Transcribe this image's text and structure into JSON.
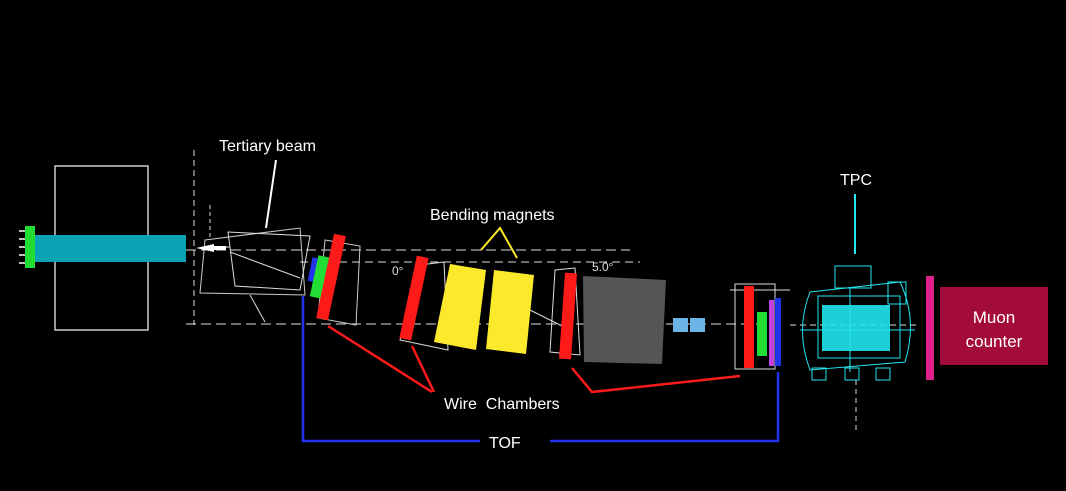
{
  "labels": {
    "tertiary_beam": "Tertiary beam",
    "bending_magnets": "Bending magnets",
    "tpc": "TPC",
    "wire_chambers": "Wire  Chambers",
    "tof": "TOF",
    "muon_counter_line1": "Muon",
    "muon_counter_line2": "counter",
    "angle_left": "0°",
    "angle_right": "5.0°"
  },
  "colors": {
    "background": "#000000",
    "beam_pipe": "#0aa3b4",
    "beam_window": "#22dd33",
    "wire_chamber": "#ff1a1a",
    "magnet": "#fde92b",
    "tpc": "#22e6f0",
    "tof_line": "#2233ee",
    "muon_counter": "#a30b3a",
    "paddle": "#e0208a",
    "dark_block": "#555555",
    "small_blocks": "#6ab4e6",
    "outline": "#ffffff"
  }
}
